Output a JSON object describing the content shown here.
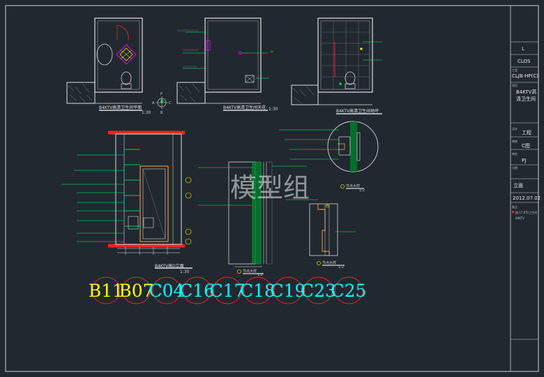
{
  "watermark": "模型组",
  "views": {
    "plan_title": "B4KTV高清卫生间平面",
    "plan_scale": "1:30",
    "ceiling_title": "B4KTV高清卫生间天花",
    "ceiling_scale": "1:30",
    "floor_title": "B4KTV高清卫生间地坪",
    "elev_title": "B4KTV高D立面",
    "elev_scale": "1:30",
    "detail1_title": "节点大样",
    "detail1_scale": "1:2",
    "detail2_title": "节点大样",
    "detail2_scale": "1:2",
    "detail3_title": "节点大样",
    "detail3_scale": "1:2"
  },
  "compass": {
    "north": "P",
    "south": "B",
    "west": "A",
    "east": "C"
  },
  "codes": [
    {
      "text": "B11",
      "color": "#ffff00"
    },
    {
      "text": "B07",
      "color": "#ffff00"
    },
    {
      "text": "C04",
      "color": "#00ffff"
    },
    {
      "text": "C16",
      "color": "#00ffff"
    },
    {
      "text": "C17",
      "color": "#00ffff"
    },
    {
      "text": "C18",
      "color": "#00ffff"
    },
    {
      "text": "C19",
      "color": "#00ffff"
    },
    {
      "text": "C23",
      "color": "#00ffff"
    },
    {
      "text": "C25",
      "color": "#00ffff"
    }
  ],
  "title_block": {
    "row1": "L",
    "row2": "CLOS",
    "row3_label": "工程",
    "row3": "CLJB-HP(C)",
    "row4_label": "项目",
    "row4a": "B4KTV高",
    "row4b": "清卫生间",
    "row5_label": "设计",
    "row5": "工程",
    "row6_label": "审核",
    "row6": "C图",
    "row7_label": "审定",
    "row7": "PJ",
    "row8_label": "日期",
    "row8": "立面",
    "date": "2012.07.02",
    "notes_label": "备注",
    "notes_line1": "图 17 KTV卫生间",
    "notes_line2": "B4KTV"
  },
  "colors": {
    "background": "#212830",
    "line": "#d8d8d8",
    "red": "#ff2020",
    "green": "#00ff60",
    "yellow": "#ffff00",
    "cyan": "#00ffff",
    "magenta": "#ff00ff"
  }
}
